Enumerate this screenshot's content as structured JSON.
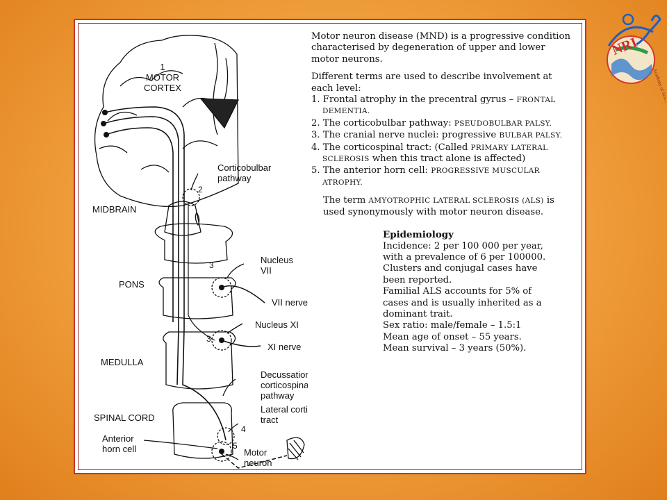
{
  "logo": {
    "text": "NRI",
    "subtitle": "Academy of Sciences"
  },
  "diagram": {
    "labels": {
      "motor_cortex": [
        "1",
        "MOTOR",
        "CORTEX"
      ],
      "corticobulbar": [
        "Corticobulbar",
        "pathway"
      ],
      "midbrain": "MIDBRAIN",
      "pons": "PONS",
      "nucleus_vii": [
        "Nucleus",
        "VII"
      ],
      "vii_nerve": "VII nerve",
      "nucleus_xi": "Nucleus XI",
      "xi_nerve": "XI nerve",
      "medulla": "MEDULLA",
      "decussation": [
        "Decussation of",
        "corticospinal",
        "pathway"
      ],
      "lateral": [
        "Lateral corticospinal",
        "tract"
      ],
      "spinal_cord": "SPINAL CORD",
      "anterior_horn": [
        "Anterior",
        "horn cell"
      ],
      "motor_neuron": [
        "Motor",
        "neuron"
      ]
    },
    "numbers": {
      "n2": "2",
      "n3a": "3",
      "n3b": "3",
      "n4": "4",
      "n5": "5"
    }
  },
  "text": {
    "intro": "Motor neuron disease (MND) is a progressive condition characterised by degeneration of upper and lower motor neurons.",
    "terms_intro": "Different terms are used to describe involvement at each level:",
    "levels": [
      {
        "num": "1.",
        "main": "Frontal atrophy in the precentral gyrus –",
        "sc": "FRONTAL DEMENTIA.",
        "tail": ""
      },
      {
        "num": "2.",
        "main": "The corticobulbar pathway:",
        "sc": "PSEUDOBULBAR PALSY.",
        "tail": ""
      },
      {
        "num": "3.",
        "main": "The cranial nerve nuclei: progressive",
        "sc": "BULBAR PALSY.",
        "tail": ""
      },
      {
        "num": "4.",
        "main": "The corticospinal tract: (Called",
        "sc": "PRIMARY LATERAL SCLEROSIS",
        "tail": "when this tract alone is affected)"
      },
      {
        "num": "5.",
        "main": "The anterior horn cell:",
        "sc": "PROGRESSIVE MUSCULAR ATROPHY.",
        "tail": ""
      }
    ],
    "als_pre": "The term",
    "als_sc": "AMYOTROPHIC LATERAL SCLEROSIS (ALS)",
    "als_post": "is used synonymously with motor neuron disease.",
    "epidemiology": {
      "title": "Epidemiology",
      "lines": [
        "Incidence: 2 per 100 000 per year,",
        "with a prevalence of 6 per 100000.",
        "Clusters and conjugal cases have",
        "been reported.",
        "Familial ALS accounts for 5% of",
        "cases and is usually inherited as a",
        "dominant trait.",
        "Sex ratio: male/female – 1.5:1",
        "Mean age of onset – 55 years.",
        "Mean survival – 3 years (50%)."
      ]
    }
  }
}
